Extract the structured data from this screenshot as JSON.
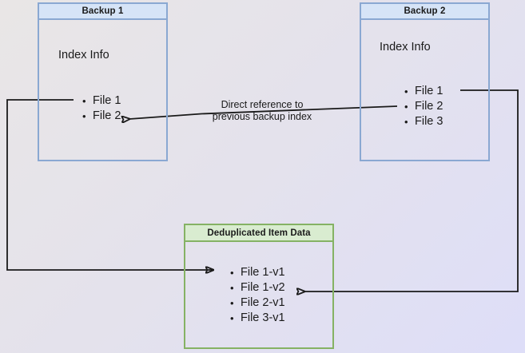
{
  "diagram": {
    "title_note": "Direct reference to\nprevious backup index",
    "colors": {
      "blue_border": "#8aa8d2",
      "blue_header_fill": "#d6e4f7",
      "green_border": "#85b264",
      "green_header_fill": "#d9ecd0",
      "edge": "#1a1a1a",
      "background_start": "#e9e6e6",
      "background_end": "#dedef8"
    },
    "nodes": {
      "backup1": {
        "header": "Backup 1",
        "body_label": "Index Info",
        "files": [
          "File 1",
          "File 2"
        ]
      },
      "backup2": {
        "header": "Backup 2",
        "body_label": "Index Info",
        "files": [
          "File 1",
          "File 2",
          "File 3"
        ]
      },
      "dedup": {
        "header": "Deduplicated Item Data",
        "files": [
          "File 1-v1",
          "File 1-v2",
          "File 2-v1",
          "File 3-v1"
        ]
      }
    },
    "edges": [
      {
        "name": "backup2-index-to-backup1-index",
        "label": "Direct reference to previous backup index",
        "from": "backup2.files.File 2",
        "to": "backup1.files.File 2"
      },
      {
        "name": "backup1-file1-to-dedup-file1v1",
        "from": "backup1.files.File 1",
        "to": "dedup.files.File 1-v1"
      },
      {
        "name": "backup2-file1-to-dedup-file1v2",
        "from": "backup2.files.File 1",
        "to": "dedup.files.File 1-v2"
      }
    ]
  }
}
